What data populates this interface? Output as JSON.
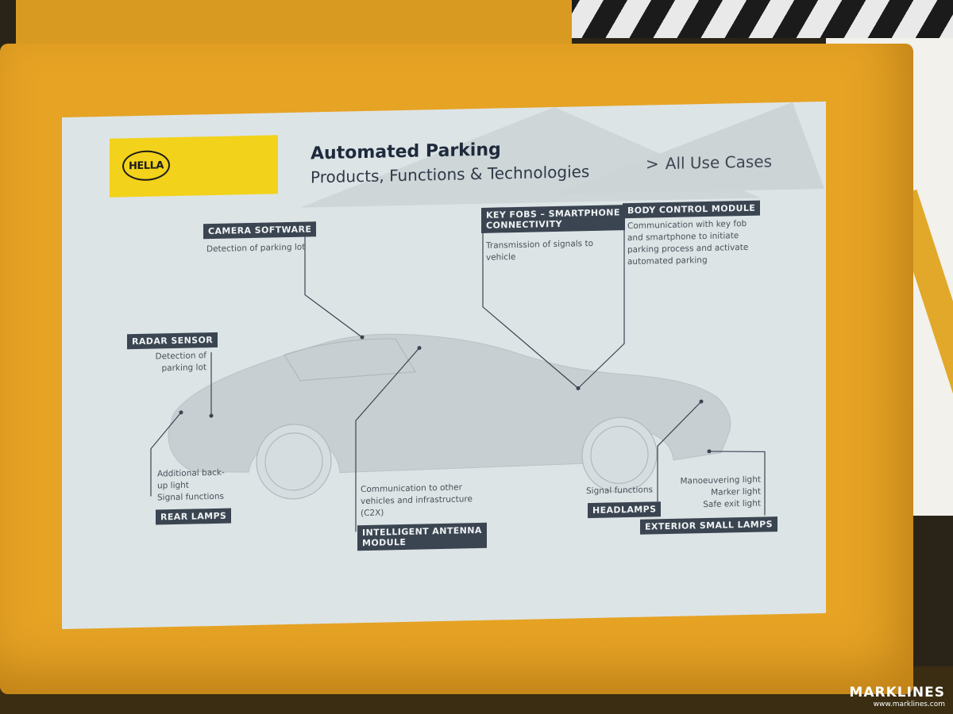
{
  "header": {
    "logo_text": "HELLA",
    "title": "Automated Parking",
    "subtitle": "Products, Functions & Technologies",
    "all_use_cases": "All Use Cases"
  },
  "callouts": {
    "camera": {
      "label": "CAMERA SOFTWARE",
      "desc": "Detection of parking lot"
    },
    "key_fobs": {
      "label_line1": "KEY FOBS – SMARTPHONE",
      "label_line2": "CONNECTIVITY",
      "desc_line1": "Transmission of signals to",
      "desc_line2": "vehicle"
    },
    "bcm": {
      "label": "BODY CONTROL MODULE",
      "desc_line1": "Communication with key fob",
      "desc_line2": "and smartphone to initiate",
      "desc_line3": "parking process and activate",
      "desc_line4": "automated parking"
    },
    "radar": {
      "label": "RADAR SENSOR",
      "desc_line1": "Detection of",
      "desc_line2": "parking lot"
    },
    "rear_lamps": {
      "label": "REAR LAMPS",
      "desc_line1": "Additional back-",
      "desc_line2": "up light",
      "desc_line3": "Signal functions"
    },
    "antenna": {
      "label_line1": "INTELLIGENT ANTENNA",
      "label_line2": "MODULE",
      "desc_line1": "Communication to other",
      "desc_line2": "vehicles and infrastructure",
      "desc_line3": "(C2X)"
    },
    "headlamps": {
      "label": "HEADLAMPS",
      "desc": "Signal functions"
    },
    "small_lamps": {
      "label": "EXTERIOR SMALL LAMPS",
      "desc_line1": "Manoeuvering light",
      "desc_line2": "Marker light",
      "desc_line3": "Safe exit light"
    }
  },
  "watermark": {
    "name": "MARKLINES",
    "url": "www.marklines.com"
  },
  "colors": {
    "frame": "#e6a324",
    "screen": "#dde4e6",
    "label_bg": "#3b4551",
    "logo_yellow": "#f2d21a"
  }
}
